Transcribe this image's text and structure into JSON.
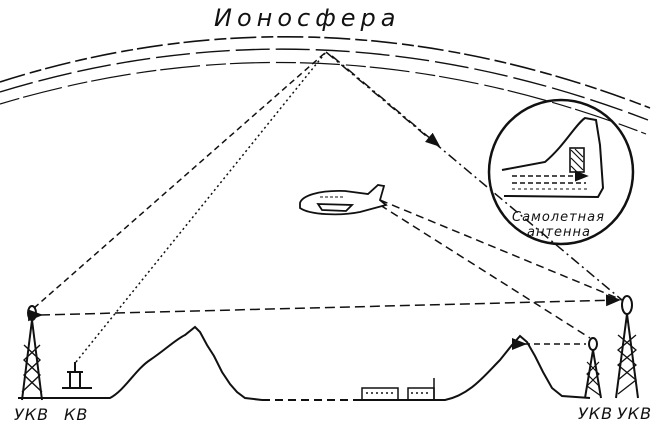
{
  "diagram": {
    "title": "Ионосфера",
    "inset": {
      "line1": "Самолетная",
      "line2": "антенна"
    },
    "stations": {
      "left_ukv": "УКВ",
      "left_kv": "КВ",
      "right_ukv_small": "УКВ",
      "right_ukv_tall": "УКВ"
    }
  },
  "style": {
    "ink": "#111111",
    "paper": "#ffffff"
  }
}
